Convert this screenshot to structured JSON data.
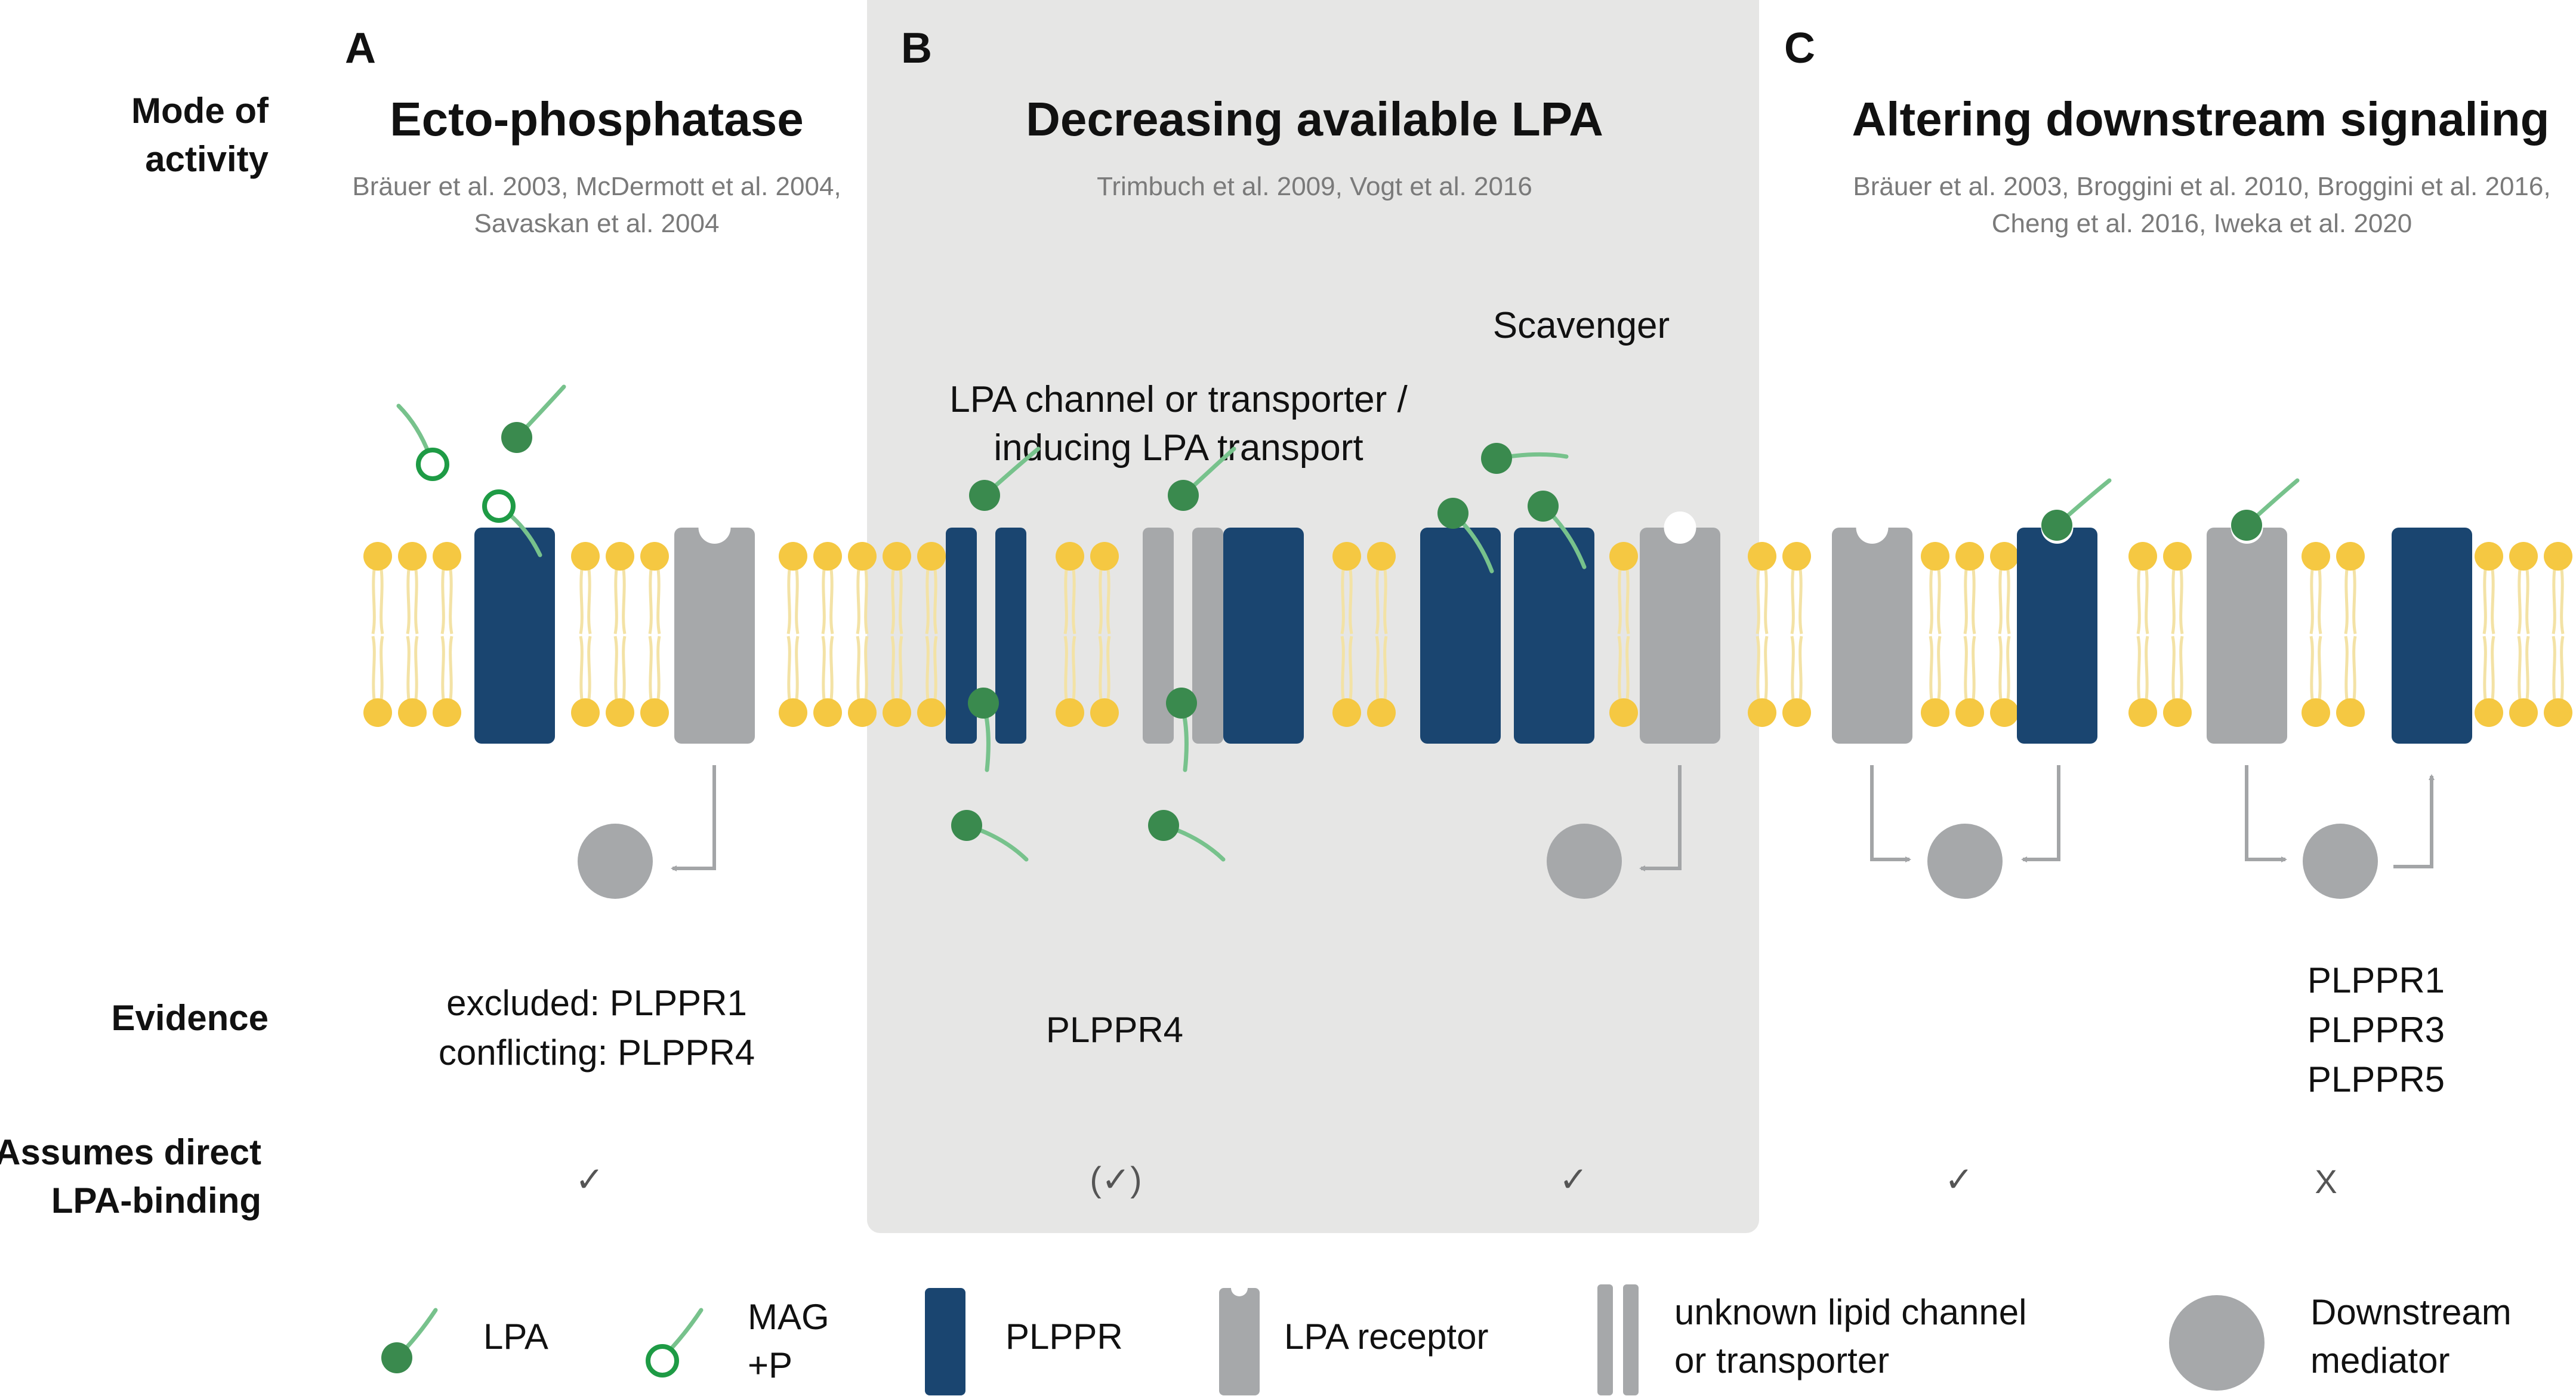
{
  "row_labels": {
    "mode": "Mode of\nactivity",
    "evidence": "Evidence",
    "assumes": "Assumes direct\nLPA-binding"
  },
  "panels": {
    "a": {
      "letter": "A",
      "title": "Ecto-phosphatase",
      "citation": "Bräuer et al. 2003, McDermott et al. 2004,\nSavaskan et al. 2004",
      "evidence": "excluded: PLPPR1\nconflicting: PLPPR4",
      "direct_binding": "✓"
    },
    "b": {
      "letter": "B",
      "title": "Decreasing available LPA",
      "citation": "Trimbuch et al. 2009, Vogt et al. 2016",
      "sub_channel": "LPA channel or transporter /\ninducing LPA transport",
      "sub_scavenger": "Scavenger",
      "evidence": "PLPPR4",
      "direct_binding_channel": "(✓)",
      "direct_binding_scavenger": "✓"
    },
    "c": {
      "letter": "C",
      "title": "Altering downstream signaling",
      "citation": "Bräuer et al. 2003, Broggini et al. 2010, Broggini et al. 2016,\nCheng et al. 2016, Iweka et al. 2020",
      "evidence": "PLPPR1\nPLPPR3\nPLPPR5",
      "direct_binding_left": "✓",
      "direct_binding_right": "X"
    }
  },
  "legend": {
    "lpa": "LPA",
    "mag": "MAG\n+P",
    "plppr": "PLPPR",
    "receptor": "LPA receptor",
    "channel": "unknown lipid channel\nor transporter",
    "mediator": "Downstream\nmediator"
  },
  "colors": {
    "plppr": "#1a4570",
    "receptor": "#a6a8aa",
    "lpa_head": "#3a8a4e",
    "lpa_tail": "#77c28c",
    "mag_ring": "#1e9b45",
    "lipid_head": "#f5c842",
    "lipid_tail": "#f3e2a5",
    "panel_b_bg": "#e6e6e5",
    "arrow": "#a3a5a7"
  }
}
